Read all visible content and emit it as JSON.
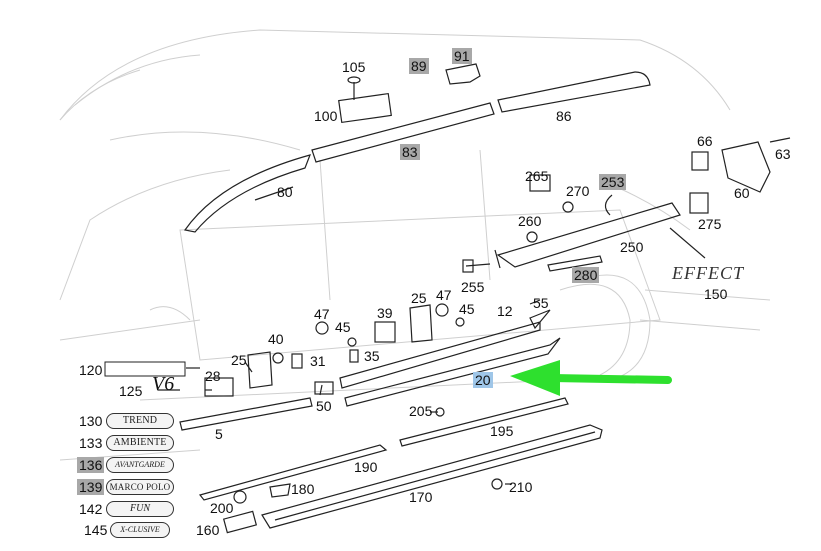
{
  "parts": {
    "p105": "105",
    "p100": "100",
    "p89": "89",
    "p91": "91",
    "p86": "86",
    "p83": "83",
    "p80": "80",
    "p66": "66",
    "p63": "63",
    "p60": "60",
    "p265": "265",
    "p270": "270",
    "p253": "253",
    "p275": "275",
    "p260": "260",
    "p250": "250",
    "p255": "255",
    "p280": "280",
    "p150": "150",
    "p47a": "47",
    "p45a": "45",
    "p39": "39",
    "p25a": "25",
    "p47b": "47",
    "p45b": "45",
    "p12": "12",
    "p55": "55",
    "p40": "40",
    "p35": "35",
    "p31": "31",
    "p25b": "25",
    "p28": "28",
    "p20": "20",
    "p50": "50",
    "p205": "205",
    "p5": "5",
    "p195": "195",
    "p190": "190",
    "p180": "180",
    "p170": "170",
    "p210": "210",
    "p200": "200",
    "p160": "160",
    "p120": "120",
    "p125": "125",
    "p130": "130",
    "p133": "133",
    "p136": "136",
    "p139": "139",
    "p142": "142",
    "p145": "145"
  },
  "emblems": {
    "trend": "TREND",
    "ambiente": "AMBIENTE",
    "avantgarde": "AVANTGARDE",
    "marco_polo": "MARCO POLO",
    "fun": "FUN",
    "x_clusive": "X-CLUSIVE",
    "v6": "V6",
    "effect": "EFFECT"
  },
  "colors": {
    "highlight_gray": "#a8a8a8",
    "selected_blue": "#9fc6e8",
    "arrow_green": "#2ee02e"
  },
  "icons": {
    "callout_arrow": "green-arrow-icon"
  }
}
